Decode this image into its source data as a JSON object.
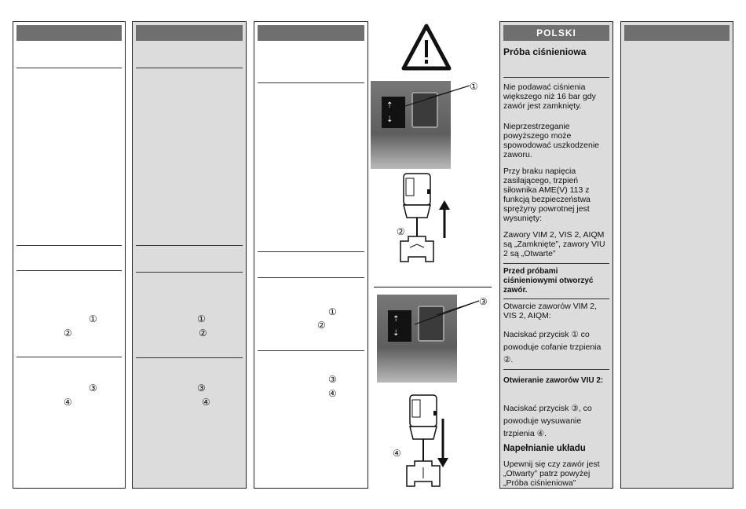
{
  "page": {
    "polish_header": "POLSKI",
    "pressure_test_title": "Próba ciśnieniowa",
    "para_max_pressure": "Nie podawać ciśnienia większego niż 16 bar gdy zawór jest zamknięty.",
    "para_warning": "Nieprzestrzeganie powyższego może spowodować uszkodzenie zaworu.",
    "para_no_voltage": "Przy braku napięcia zasilającego, trzpień siłownika AME(V) 113 z funkcją bezpieczeństwa sprężyny powrotnej jest wysunięty:",
    "para_valves_state": "Zawory VIM 2, VIS 2, AIQM są „Zamknięte”, zawory VIU 2 są „Otwarte”",
    "para_open_before_test": "Przed próbami ciśnieniowymi otworzyć zawór.",
    "para_opening_vim": "Otwarcie zaworów VIM 2, VIS 2, AIQM:",
    "para_press_1": "Naciskać przycisk ① co powoduje cofanie trzpienia ②.",
    "para_opening_viu": "Otwieranie zaworów VIU 2:",
    "para_press_3": "Naciskać przycisk ③, co powoduje wysuwanie trzpienia ④.",
    "filling_title": "Napełnianie układu",
    "para_filling": "Upewnij się czy zawór jest „Otwarty” patrz powyżej „Próba ciśnieniowa”",
    "marker_1": "①",
    "marker_2": "②",
    "marker_3": "③",
    "marker_4": "④"
  }
}
